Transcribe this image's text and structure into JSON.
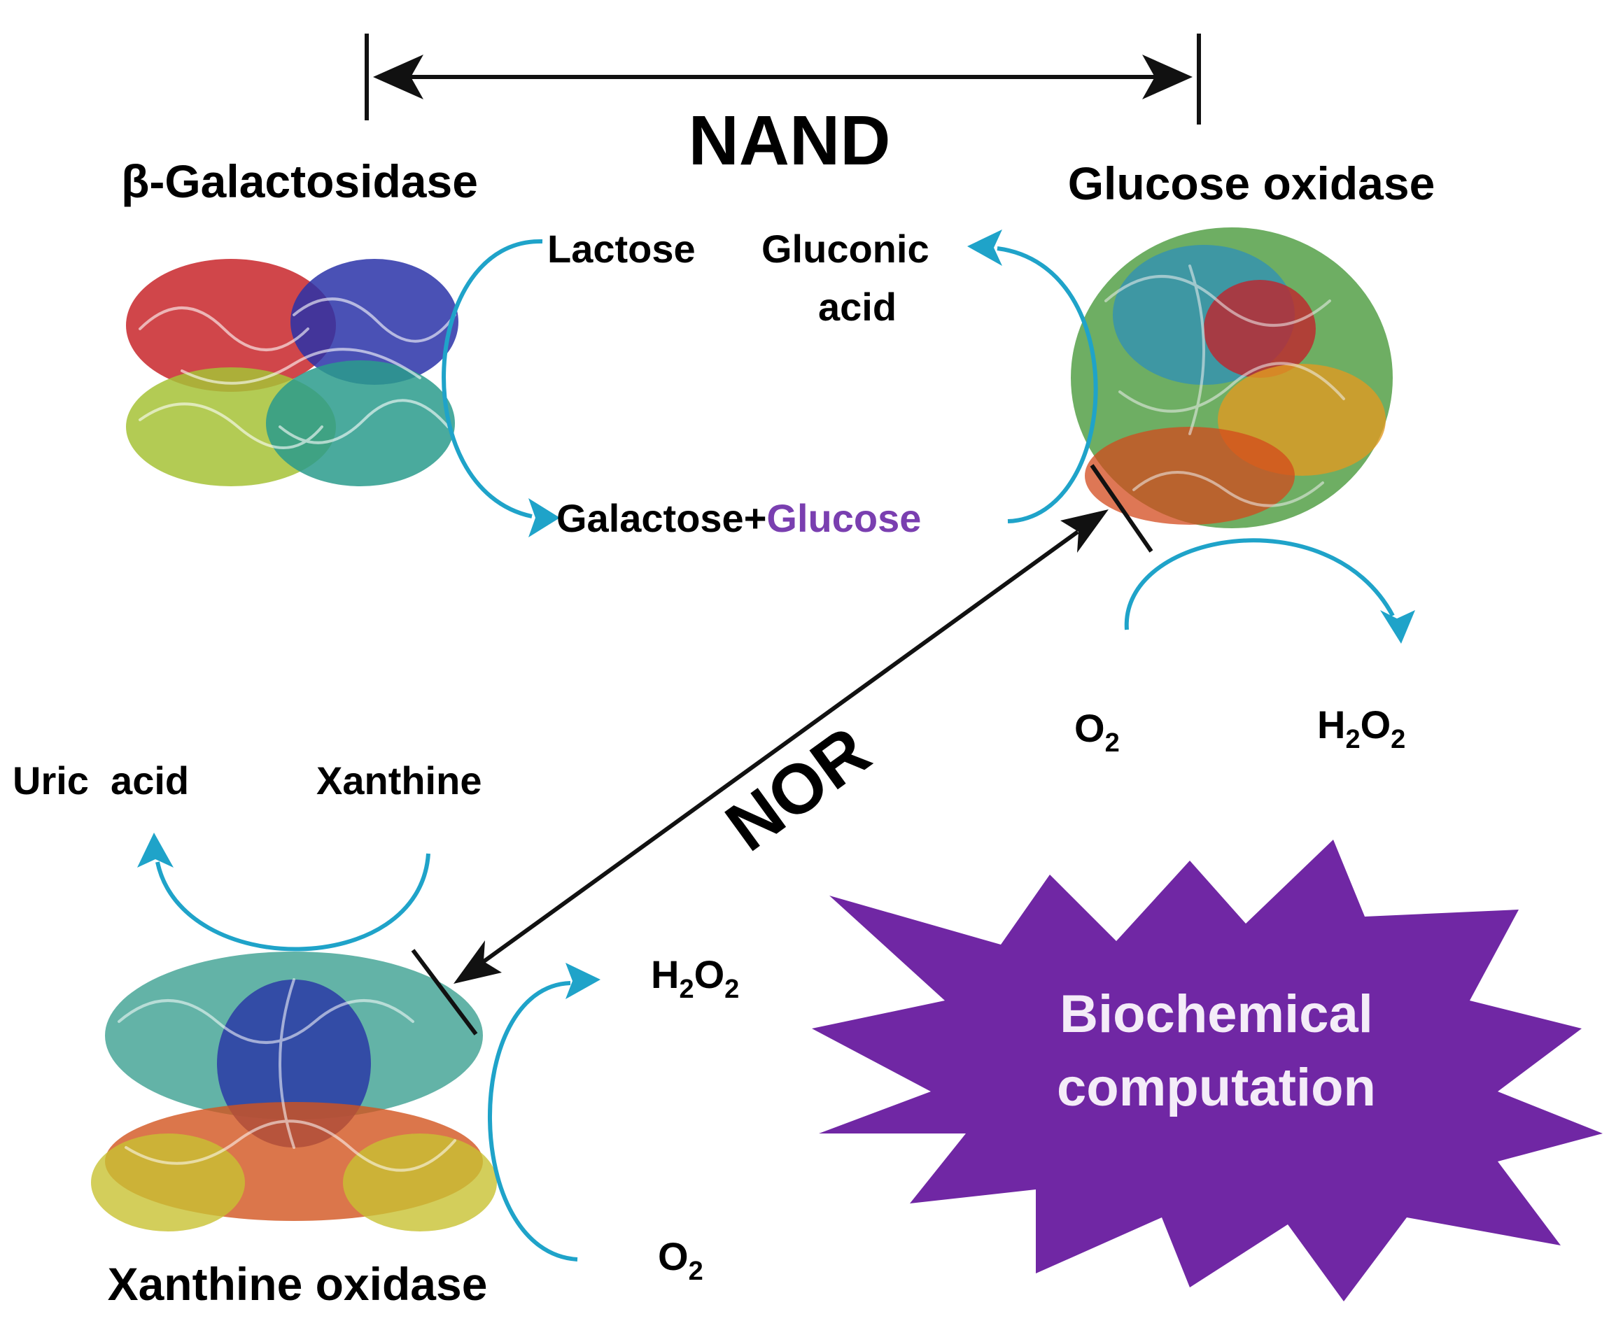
{
  "enzymes": {
    "beta_galactosidase": "β-Galactosidase",
    "glucose_oxidase": "Glucose oxidase",
    "xanthine_oxidase": "Xanthine oxidase"
  },
  "gates": {
    "nand": "NAND",
    "nor": "NOR"
  },
  "chemicals": {
    "lactose": "Lactose",
    "gluconic_line1": "Gluconic",
    "gluconic_line2": "acid",
    "galactose_plus": "Galactose+",
    "glucose": "Glucose",
    "o2_top": {
      "main": "O",
      "sub": "2"
    },
    "h2o2_top": {
      "a": "H",
      "sub1": "2",
      "b": "O",
      "sub2": "2"
    },
    "uric_acid": "Uric  acid",
    "xanthine": "Xanthine",
    "h2o2_bottom": {
      "a": "H",
      "sub1": "2",
      "b": "O",
      "sub2": "2"
    },
    "o2_bottom": {
      "main": "O",
      "sub": "2"
    }
  },
  "burst": {
    "line1": "Biochemical",
    "line2": "computation"
  },
  "colors": {
    "flow_arrow": "#1fa3c9",
    "glucose_text": "#7a3fb0",
    "burst_fill": "#7027a4",
    "burst_text": "#f4ecf8",
    "gate_arrow": "#111111"
  },
  "icons": {
    "beta_galactosidase_structure": "protein-ribbon-structure",
    "glucose_oxidase_structure": "protein-ribbon-structure",
    "xanthine_oxidase_structure": "protein-ribbon-structure"
  }
}
